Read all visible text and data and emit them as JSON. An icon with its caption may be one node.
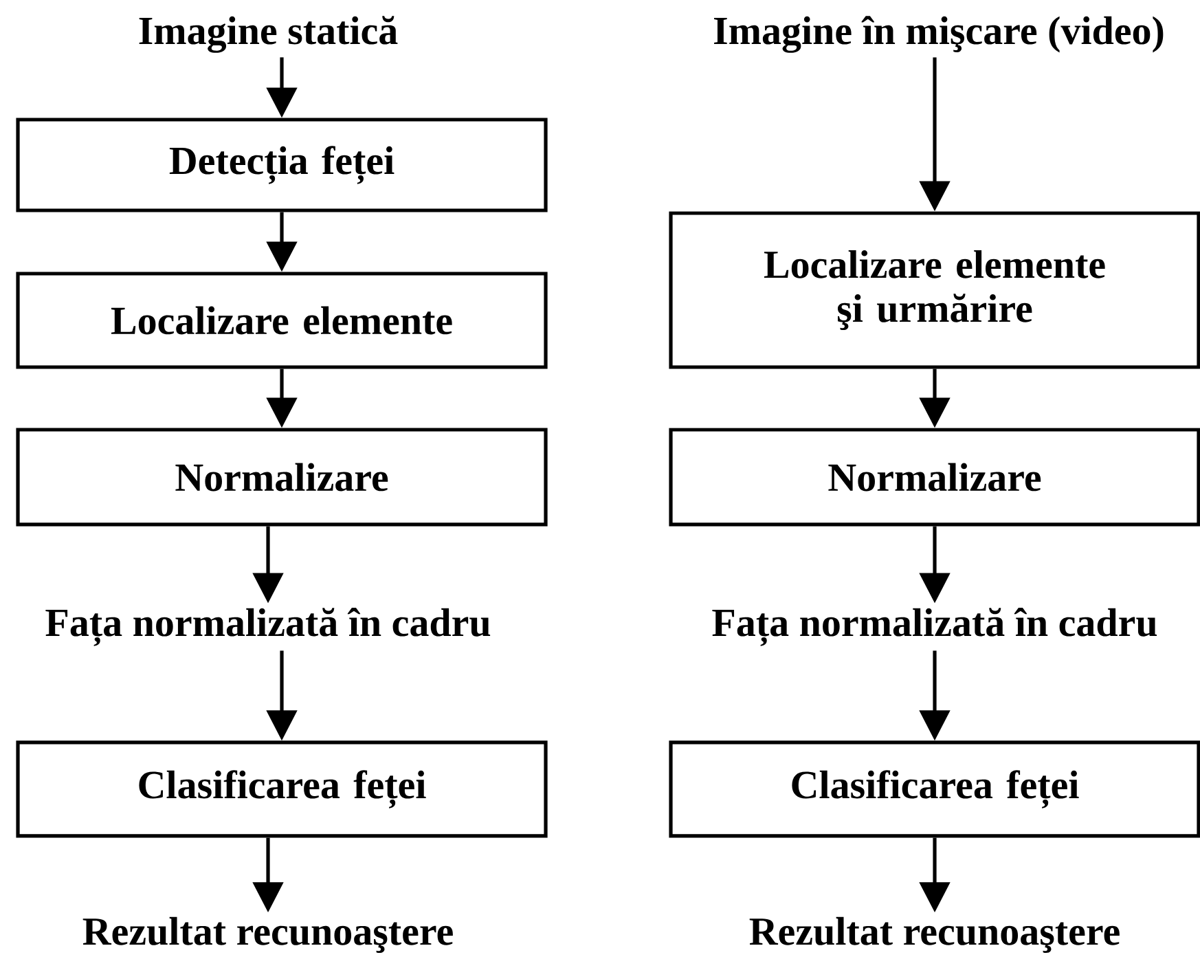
{
  "diagram": {
    "nodes": [
      {
        "text": [
          "Imagine statică"
        ]
      },
      {
        "text": [
          "Detecția feței"
        ]
      },
      {
        "text": [
          "Localizare elemente"
        ]
      },
      {
        "text": [
          "Normalizare"
        ]
      },
      {
        "text": [
          "Fața normalizată în cadru"
        ]
      },
      {
        "text": [
          "Clasificarea feței"
        ]
      },
      {
        "text": [
          "Rezultat recunoaştere"
        ]
      },
      {
        "text": [
          "Imagine în mişcare (video)"
        ]
      },
      {
        "text": [
          "Localizare elemente şi urmărire"
        ]
      },
      {
        "text": [
          "Normalizare"
        ]
      },
      {
        "text": [
          "Fața normalizată în cadru"
        ]
      },
      {
        "text": [
          "Clasificarea feței"
        ]
      },
      {
        "text": [
          "Rezultat recunoaştere"
        ]
      }
    ],
    "edges": [
      {
        "from": 0,
        "to": 1,
        "arrow": "to"
      },
      {
        "from": 1,
        "to": 2,
        "arrow": "to"
      },
      {
        "from": 2,
        "to": 3,
        "arrow": "to"
      },
      {
        "from": 3,
        "to": 4,
        "arrow": "to"
      },
      {
        "from": 4,
        "to": 5,
        "arrow": "to"
      },
      {
        "from": 5,
        "to": 6,
        "arrow": "to"
      },
      {
        "from": 7,
        "to": 8,
        "arrow": "to"
      },
      {
        "from": 8,
        "to": 9,
        "arrow": "to"
      },
      {
        "from": 9,
        "to": 10,
        "arrow": "to"
      },
      {
        "from": 10,
        "to": 11,
        "arrow": "to"
      },
      {
        "from": 11,
        "to": 12,
        "arrow": "to"
      }
    ]
  }
}
